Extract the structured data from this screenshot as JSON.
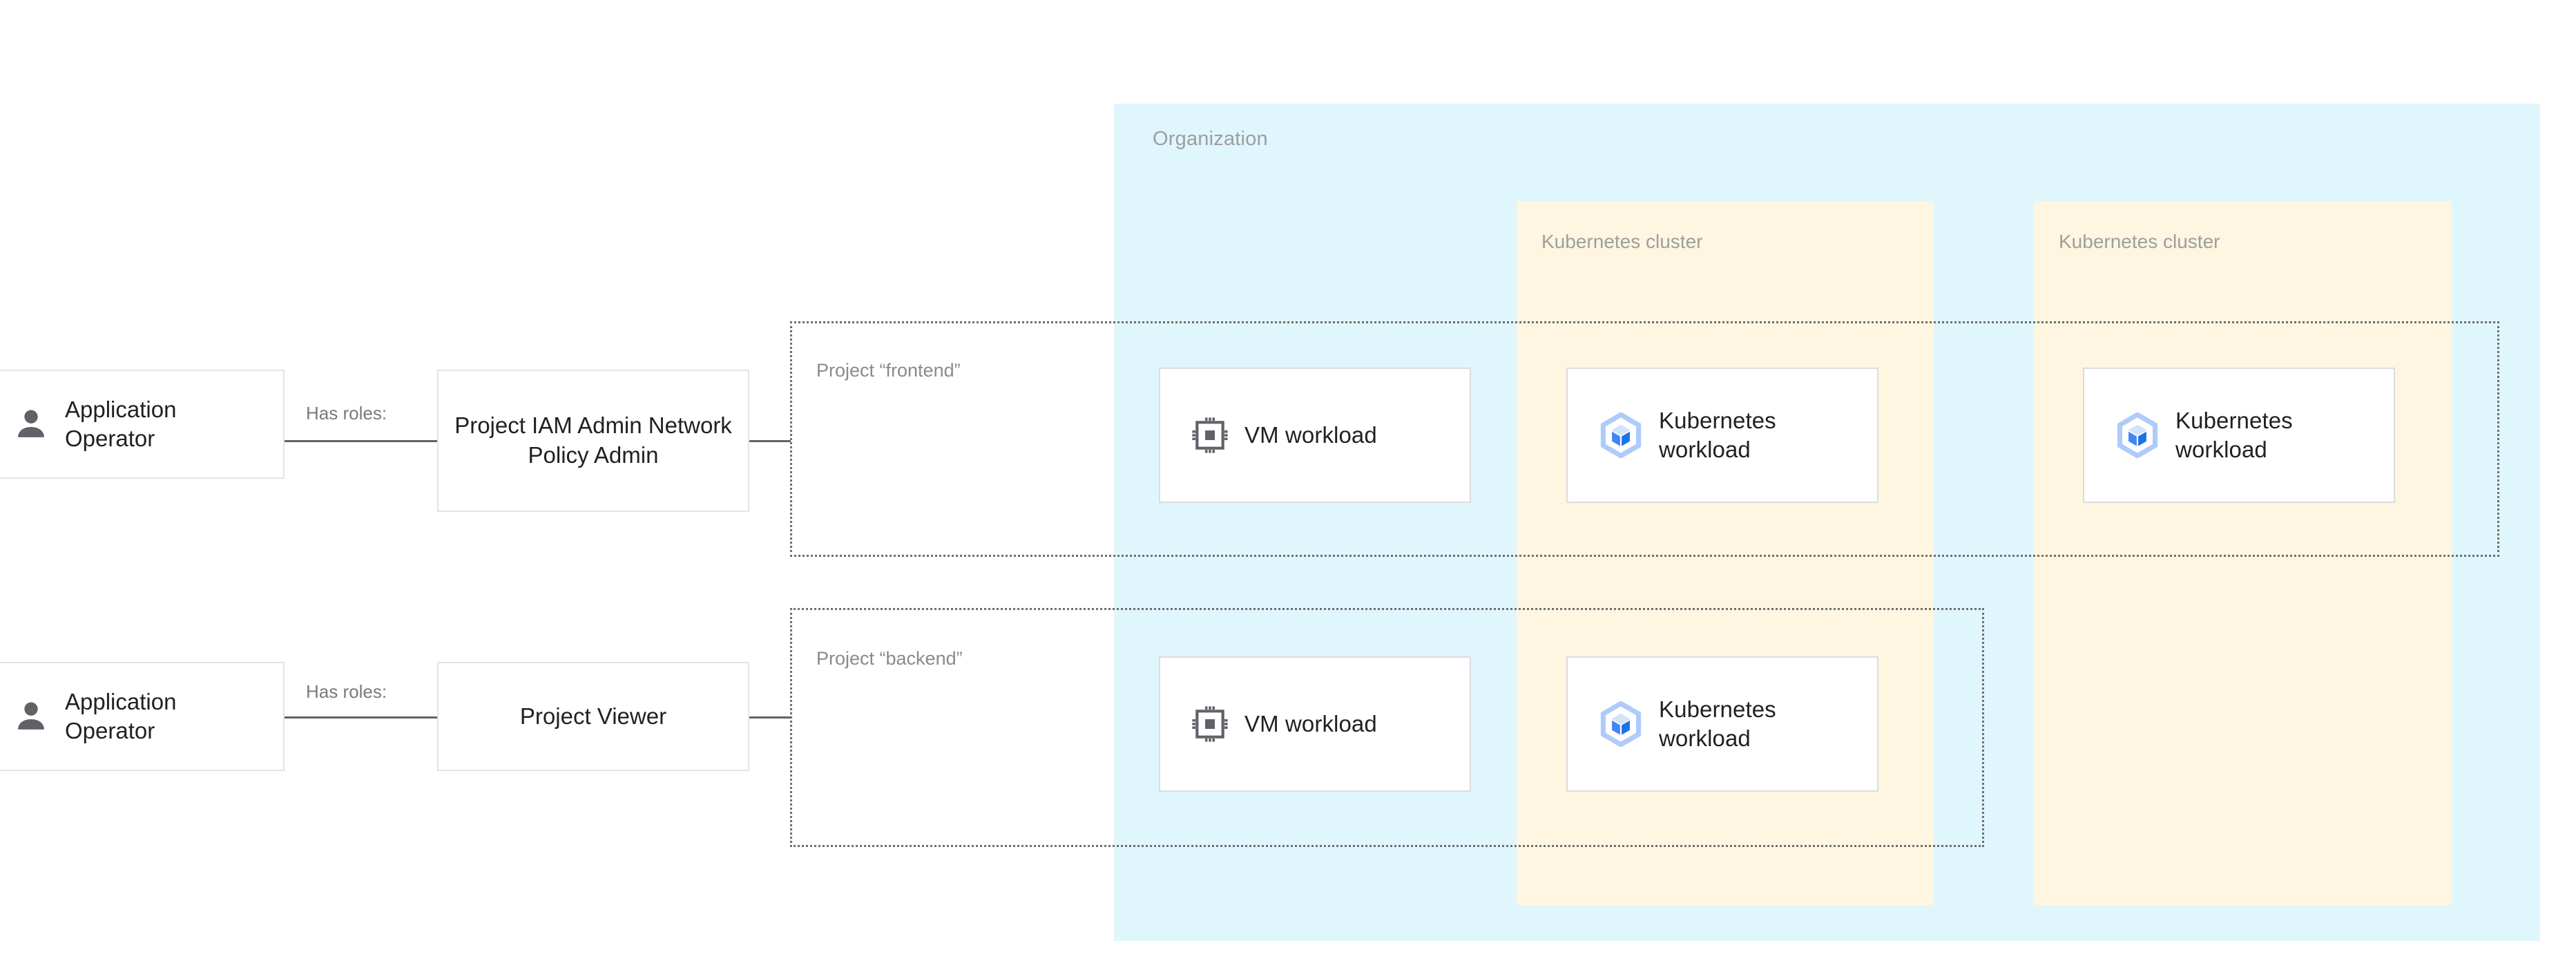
{
  "diagram": {
    "organization": {
      "label": "Organization",
      "bg_color": "#dff6fd"
    },
    "clusters": [
      {
        "label": "Kubernetes cluster",
        "bg_color": "#fef6e0"
      },
      {
        "label": "Kubernetes cluster",
        "bg_color": "#fef6e0"
      }
    ],
    "projects": [
      {
        "label": "Project “frontend”"
      },
      {
        "label": "Project “backend”"
      }
    ],
    "actors": [
      {
        "label": "Application Operator",
        "icon": "person-icon"
      },
      {
        "label": "Application Operator",
        "icon": "person-icon"
      }
    ],
    "edges": [
      {
        "label": "Has roles:"
      },
      {
        "label": "Has roles:"
      }
    ],
    "roles": [
      {
        "label": "Project IAM Admin Network Policy Admin"
      },
      {
        "label": "Project Viewer"
      }
    ],
    "workloads": [
      {
        "label": "VM workload",
        "icon": "chip-icon"
      },
      {
        "label": "VM workload",
        "icon": "chip-icon"
      },
      {
        "label": "Kubernetes workload",
        "icon": "kubernetes-icon"
      },
      {
        "label": "Kubernetes workload",
        "icon": "kubernetes-icon"
      },
      {
        "label": "Kubernetes workload",
        "icon": "kubernetes-icon"
      }
    ],
    "colors": {
      "organization_fill": "#dff6fd",
      "cluster_fill": "#fef6e0",
      "card_border": "#dadce0",
      "connector": "#5f6368",
      "label_gray": "#9e9e9e",
      "text_dark": "#202124",
      "k8s_blue": "#1a73e8",
      "k8s_blue_light": "#aecbfa"
    }
  }
}
